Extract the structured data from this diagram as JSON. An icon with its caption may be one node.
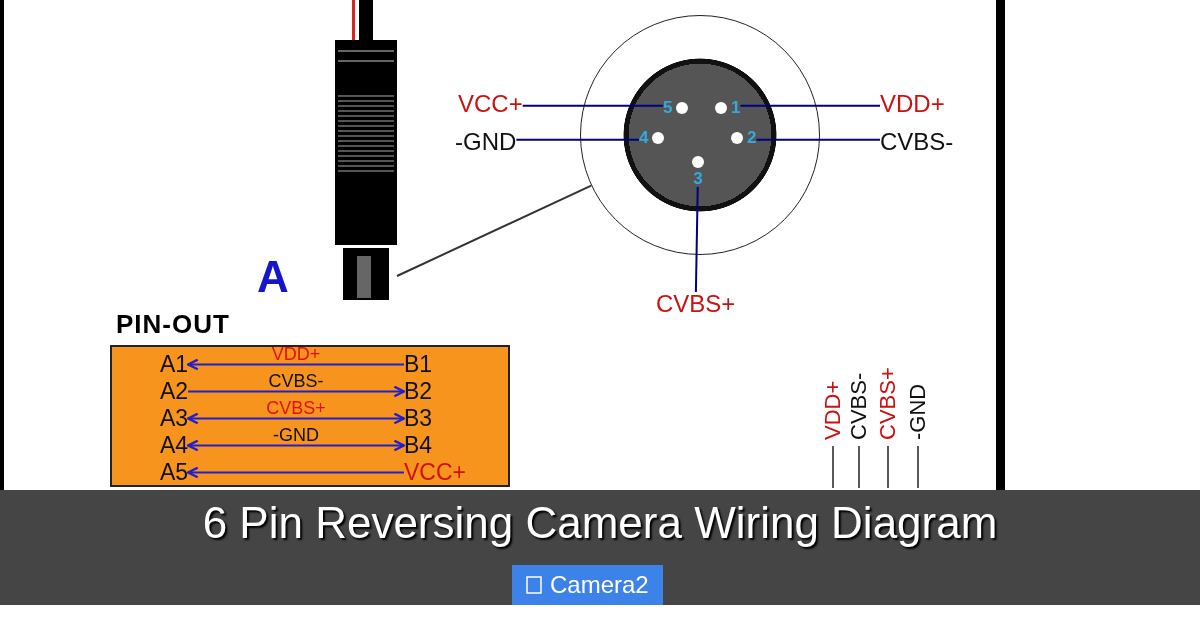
{
  "diagram": {
    "title": "6 Pin Reversing Camera Wiring Diagram",
    "nodes": [
      {
        "text": [],
        "shape": "picture",
        "beside": [
          "A"
        ]
      },
      {
        "text": [],
        "shape": "circle"
      },
      {
        "text": [
          "1"
        ],
        "in": 1
      },
      {
        "text": [
          "2"
        ],
        "in": 1
      },
      {
        "text": [
          "3"
        ],
        "in": 1
      },
      {
        "text": [
          "4"
        ],
        "in": 1
      },
      {
        "text": [
          "5"
        ],
        "in": 1
      },
      {
        "text": [
          "VCC+"
        ]
      },
      {
        "text": [
          "-GND"
        ]
      },
      {
        "text": [
          "VDD+"
        ]
      },
      {
        "text": [
          "CVBS-"
        ]
      },
      {
        "text": [
          "CVBS+"
        ]
      },
      {
        "text": [
          "PIN-OUT"
        ]
      },
      {
        "text": [
          "A1"
        ],
        "in": 12
      },
      {
        "text": [
          "A2"
        ],
        "in": 12
      },
      {
        "text": [
          "A3"
        ],
        "in": 12
      },
      {
        "text": [
          "A4"
        ],
        "in": 12
      },
      {
        "text": [
          "A5"
        ],
        "in": 12
      },
      {
        "text": [
          "B1"
        ],
        "in": 12
      },
      {
        "text": [
          "B2"
        ],
        "in": 12
      },
      {
        "text": [
          "B3"
        ],
        "in": 12
      },
      {
        "text": [
          "B4"
        ],
        "in": 12
      },
      {
        "text": [
          "VCC+"
        ],
        "in": 12
      }
    ],
    "edges": [
      {
        "from": 0,
        "to": 1,
        "arrow": "none",
        "color": "#333333"
      },
      {
        "from": 7,
        "to": 6,
        "arrow": "none",
        "color": "#000080"
      },
      {
        "from": 8,
        "to": 5,
        "arrow": "none",
        "color": "#000080"
      },
      {
        "from": 9,
        "to": 2,
        "arrow": "none",
        "color": "#000080"
      },
      {
        "from": 10,
        "to": 3,
        "arrow": "none",
        "color": "#000080"
      },
      {
        "from": 11,
        "to": 4,
        "arrow": "none",
        "color": "#000080"
      },
      {
        "from": 18,
        "to": 13,
        "arrow": "to",
        "label": "VDD+",
        "color": "#2020cc"
      },
      {
        "from": 14,
        "to": 19,
        "arrow": "to",
        "label": "CVBS-",
        "color": "#2020cc"
      },
      {
        "from": 15,
        "to": 20,
        "arrow": "both",
        "label": "CVBS+",
        "color": "#2020cc"
      },
      {
        "from": 16,
        "to": 21,
        "arrow": "both",
        "label": "-GND",
        "color": "#2020cc"
      },
      {
        "from": 22,
        "to": 17,
        "arrow": "to",
        "color": "#2020cc"
      }
    ],
    "labels": [
      "VDD+",
      "CVBS-",
      "CVBS+",
      "-GND",
      "Camera2"
    ]
  }
}
